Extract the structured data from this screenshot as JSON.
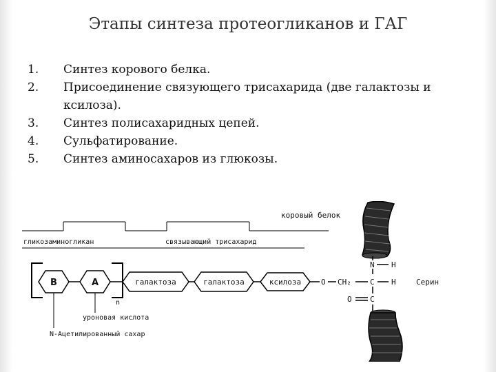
{
  "title": "Этапы синтеза  протеогликанов и ГАГ",
  "steps": [
    {
      "num": "1.",
      "text": "Синтез корового белка."
    },
    {
      "num": "2.",
      "text": "Присоединение связующего трисахарида (две галактозы и ксилоза)."
    },
    {
      "num": "3.",
      "text": "Синтез полисахаридных цепей."
    },
    {
      "num": "4.",
      "text": "Сульфатирование."
    },
    {
      "num": "5.",
      "text": "Синтез аминосахаров из глюкозы."
    }
  ],
  "diagram": {
    "core_protein": "коровый белок",
    "gag": "гликозаминогликан",
    "linker": "связывающий трисахарид",
    "unit_b": "B",
    "unit_a": "A",
    "gal1": "галактоза",
    "gal2": "галактоза",
    "xylose": "ксилоза",
    "bond_o": "O",
    "ch2": "CH₂",
    "c_center": "C",
    "n": "N",
    "h_top": "H",
    "h_right": "H",
    "o_bottom": "O",
    "c_bottom": "C",
    "serine": "Серин",
    "repeat_n": "n",
    "uronic": "уроновая кислота",
    "acetyl": "N-Ацетилированный сахар"
  }
}
